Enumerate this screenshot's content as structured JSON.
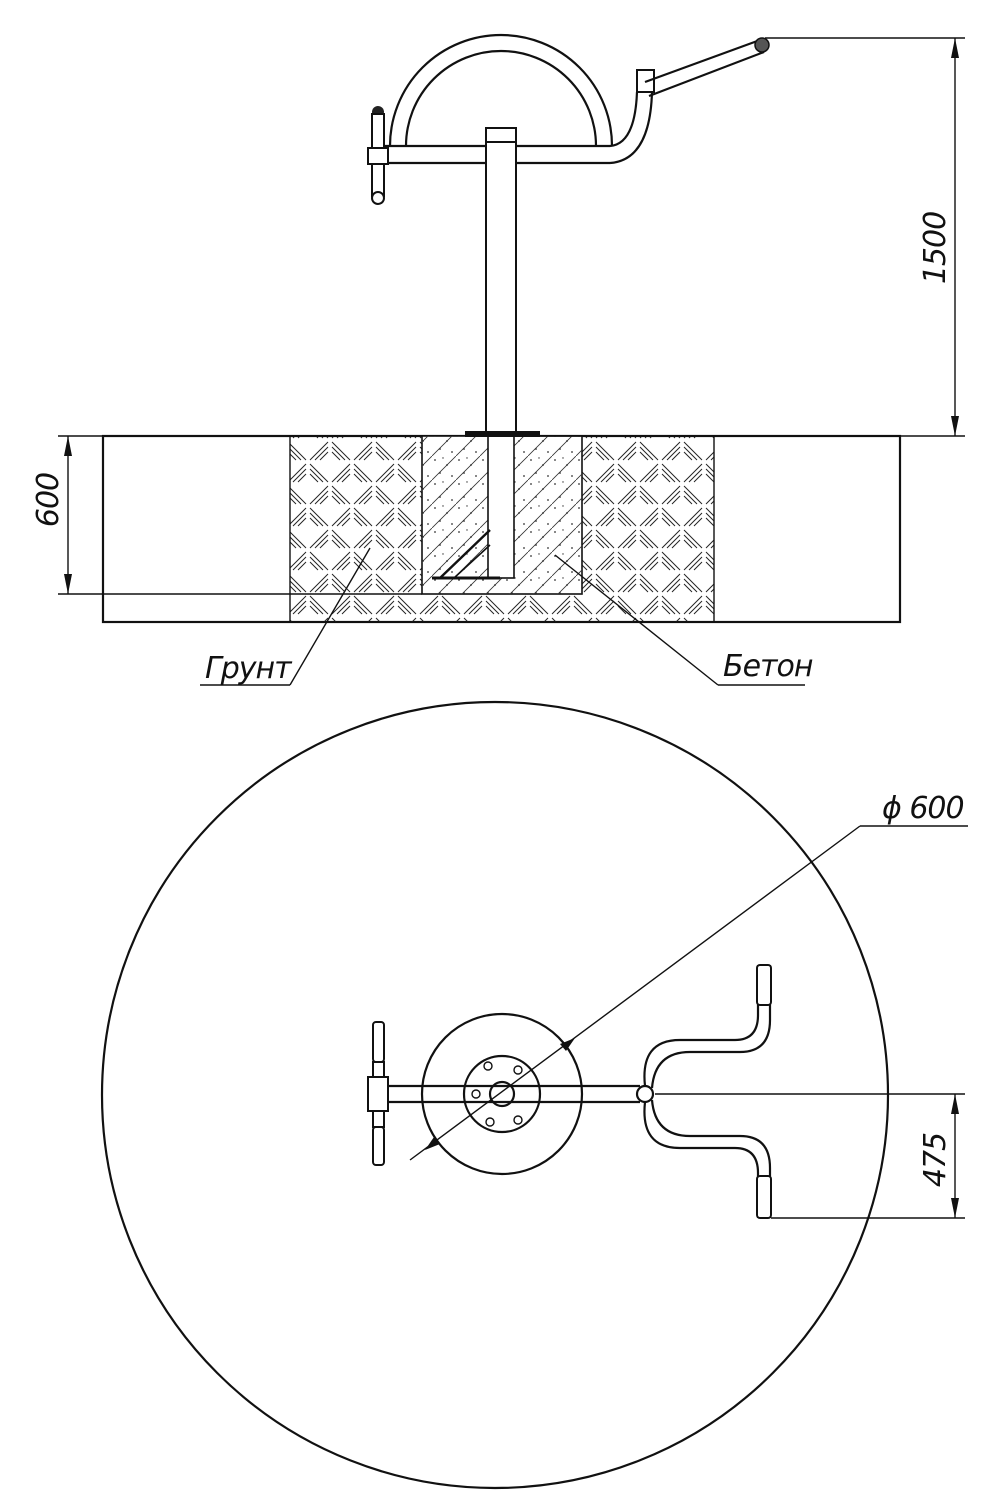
{
  "side_view": {
    "height_dimension": "1500",
    "depth_dimension": "600",
    "soil_label": "Грунт",
    "concrete_label": "Бетон"
  },
  "plan_view": {
    "diameter_dimension": "ϕ 600",
    "handle_span_dimension": "475"
  }
}
